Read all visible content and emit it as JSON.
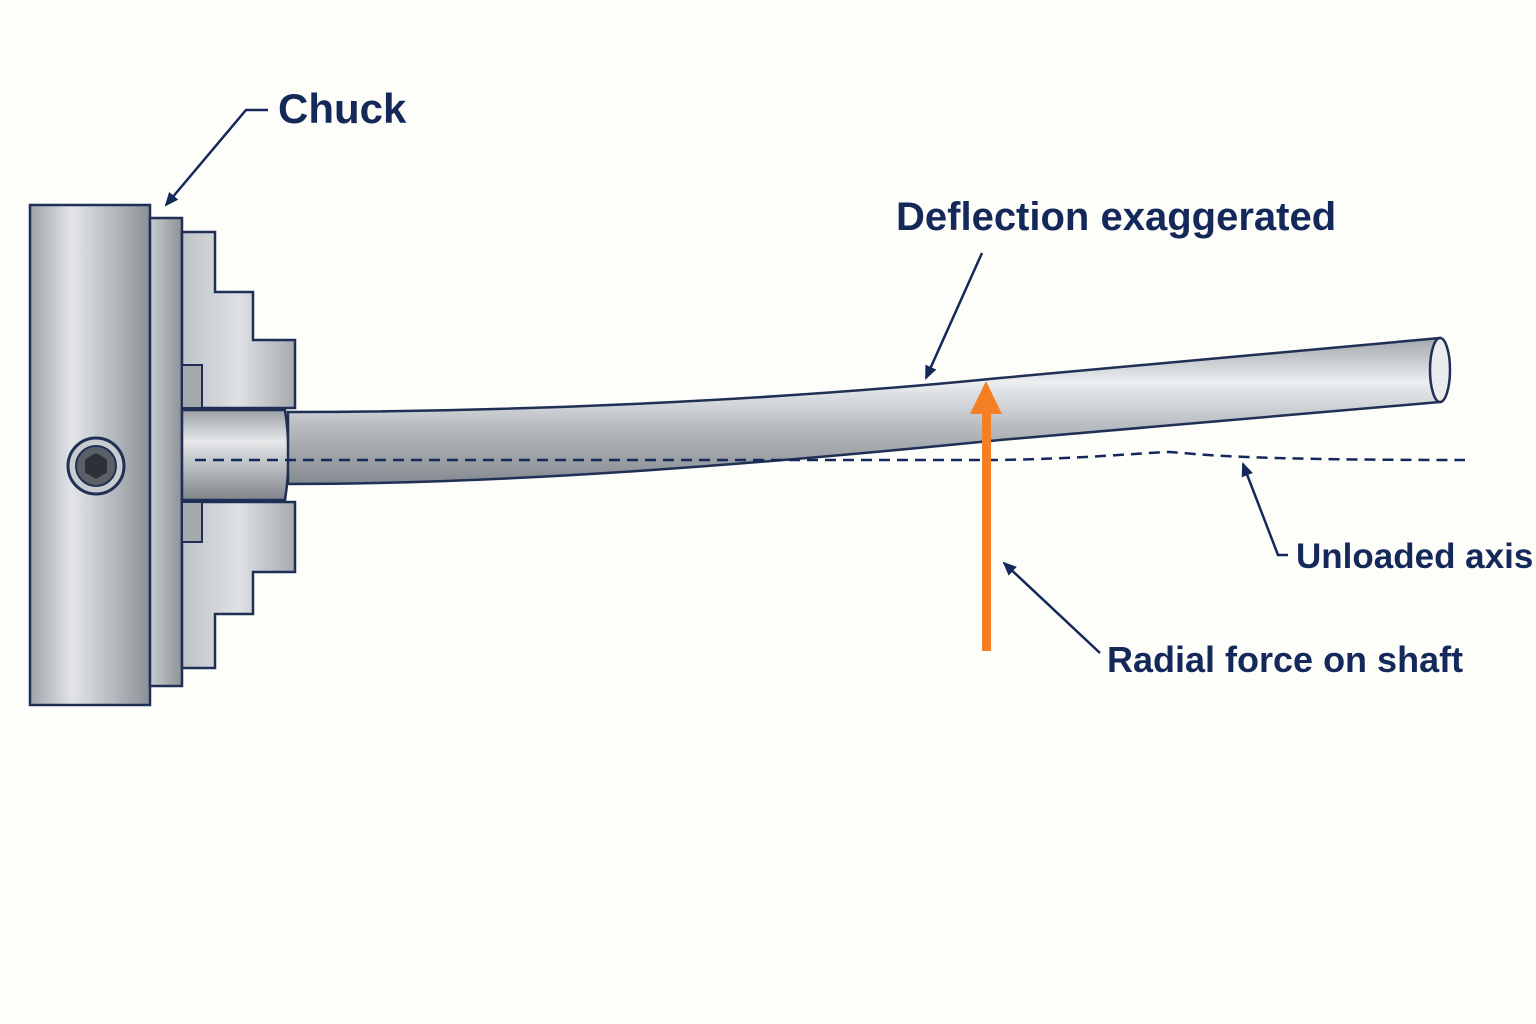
{
  "labels": {
    "chuck": "Chuck",
    "deflection": "Deflection exaggerated",
    "unloaded_axis": "Unloaded axis",
    "radial_force": "Radial force on shaft"
  },
  "colors": {
    "background": "#fdfdfa",
    "label_navy": "#14285a",
    "force_arrow": "#f47f24",
    "steel_light": "#dfe1e4",
    "steel_dark": "#8d9298",
    "outline": "#1f2f55"
  },
  "icons": {
    "force_arrow": "orange-up-arrow",
    "socket_screw": "hex-socket-screw-icon"
  }
}
